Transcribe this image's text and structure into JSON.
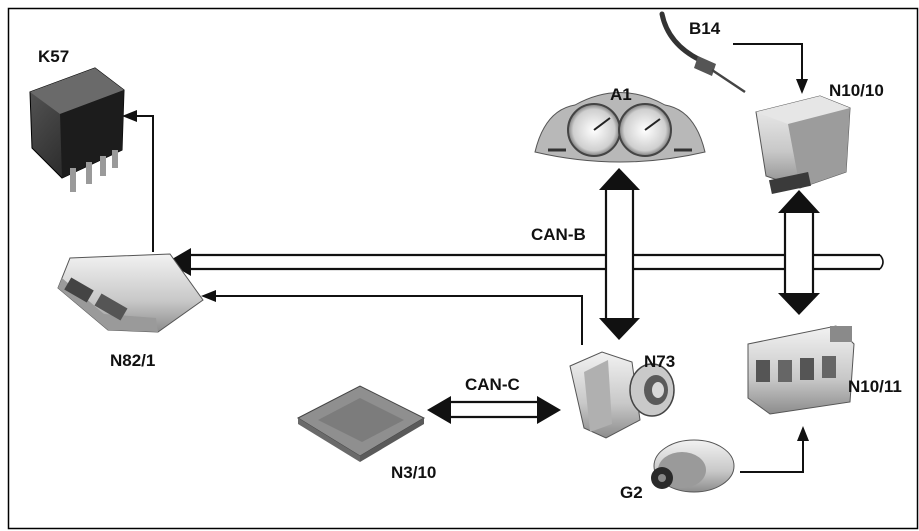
{
  "components": {
    "k57": "K57",
    "a1": "A1",
    "b14": "B14",
    "n10_10": "N10/10",
    "n82_1": "N82/1",
    "n73": "N73",
    "n3_10": "N3/10",
    "n10_11": "N10/11",
    "g2": "G2"
  },
  "buses": {
    "can_b": "CAN-B",
    "can_c": "CAN-C"
  },
  "colors": {
    "line": "#111111",
    "module_light": "#d9d9d9",
    "module_mid": "#a8a8a8",
    "module_dark": "#3a3a3a"
  }
}
